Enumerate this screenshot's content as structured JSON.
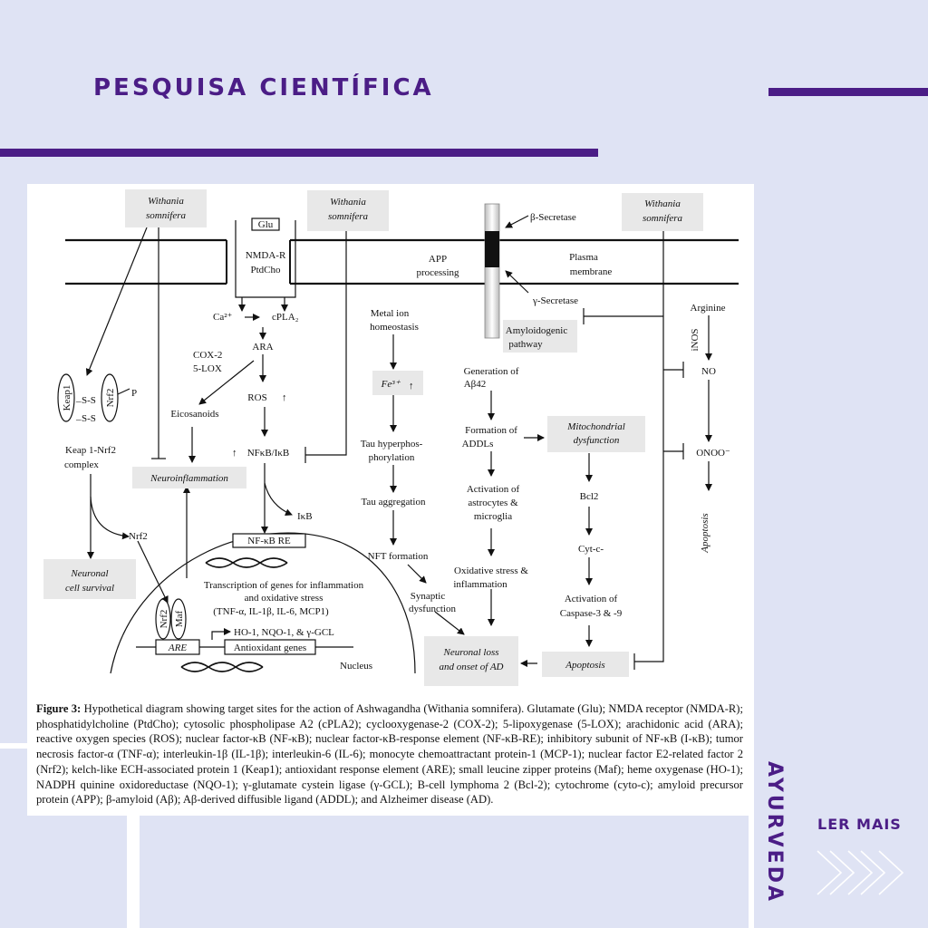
{
  "header": {
    "title": "PESQUISA CIENTÍFICA"
  },
  "side": {
    "vertical_label": "AYURVEDA",
    "read_more": "LER MAIS",
    "arrow_icon": "chevron-triple-right-icon"
  },
  "colors": {
    "accent": "#4b1d86",
    "background": "#dfe3f4",
    "card": "#ffffff",
    "box_fill": "#e8e8e8"
  },
  "figure": {
    "caption_label": "Figure 3:",
    "caption_text": "Hypothetical diagram showing target sites for the action of Ashwagandha (Withania somnifera). Glutamate (Glu); NMDA receptor (NMDA-R); phosphatidylcholine (PtdCho); cytosolic phospholipase A2 (cPLA2); cyclooxygenase-2 (COX-2); 5-lipoxygenase (5-LOX); arachidonic acid (ARA); reactive oxygen species (ROS); nuclear factor-κB (NF-κB); nuclear factor-κB-response element (NF-κB-RE); inhibitory subunit of NF-κB (I-κB); tumor necrosis factor-α (TNF-α); interleukin-1β (IL-1β); interleukin-6 (IL-6); monocyte chemoattractant protein-1 (MCP-1); nuclear factor E2-related factor 2 (Nrf2); kelch-like ECH-associated protein 1 (Keap1); antioxidant response element (ARE); small leucine zipper proteins (Maf); heme oxygenase (HO-1); NADPH quinine oxidoreductase (NQO-1); γ-glutamate cystein ligase (γ-GCL); B-cell lymphoma 2 (Bcl-2); cytochrome (cyto-c); amyloid precursor protein (APP); β-amyloid (Aβ); Aβ-derived diffusible ligand (ADDL); and Alzheimer disease (AD).",
    "nodes": {
      "withania1a": "Withania",
      "withania1b": "somnifera",
      "withania2a": "Withania",
      "withania2b": "somnifera",
      "withania3a": "Withania",
      "withania3b": "somnifera",
      "glu": "Glu",
      "nmdar": "NMDA-R",
      "ptdcho": "PtdCho",
      "ca": "Ca²⁺",
      "cpla2": "cPLA₂",
      "ara": "ARA",
      "cox2": "COX-2",
      "lox5": "5-LOX",
      "ros": "ROS",
      "eicos": "Eicosanoids",
      "nfkb": "NFκB/IκB",
      "neuroinfl": "Neuroinflammation",
      "ikb": "IκB",
      "keap1": "Keap1",
      "nrf2_v": "Nrf2",
      "ss": "S-S",
      "p": "P",
      "complex1": "Keap 1-Nrf2",
      "complex2": "complex",
      "nrf2": "Nrf2",
      "neuronal1": "Neuronal",
      "neuronal2": "cell survival",
      "nfkbre": "NF-κB RE",
      "trans1": "Transcription of genes for inflammation",
      "trans2": "and oxidative stress",
      "trans3": "(TNF-α, IL-1β, IL-6, MCP1)",
      "maf": "Maf",
      "are": "ARE",
      "ho1": "HO-1, NQO-1, & γ-GCL",
      "antiox": "Antioxidant genes",
      "nucleus": "Nucleus",
      "app1": "APP",
      "app2": "processing",
      "beta": "β-Secretase",
      "gamma": "γ-Secretase",
      "plasma1": "Plasma",
      "plasma2": "membrane",
      "metal1": "Metal ion",
      "metal2": "homeostasis",
      "fe": "Fe³⁺",
      "tau1": "Tau hyperphos-",
      "tau2": "phorylation",
      "tauagg": "Tau aggregation",
      "nft": "NFT formation",
      "syn1": "Synaptic",
      "syn2": "dysfunction",
      "amy1": "Amyloidogenic",
      "amy2": "pathway",
      "gen1": "Generation of",
      "gen2": "Aβ42",
      "form1": "Formation of",
      "form2": "ADDLs",
      "act1": "Activation of",
      "act2": "astrocytes &",
      "act3": "microglia",
      "ox1": "Oxidative stress &",
      "ox2": "inflammation",
      "nl1": "Neuronal loss",
      "nl2": "and onset of AD",
      "mito1": "Mitochondrial",
      "mito2": "dysfunction",
      "bcl2": "Bcl2",
      "cytc": "Cyt-c-",
      "casp1": "Activation of",
      "casp2": "Caspase-3 & -9",
      "apop": "Apoptosis",
      "arginine": "Arginine",
      "inos": "iNOS",
      "no": "NO",
      "onoo": "ONOO⁻",
      "apop_v": "Apoptosis"
    }
  }
}
